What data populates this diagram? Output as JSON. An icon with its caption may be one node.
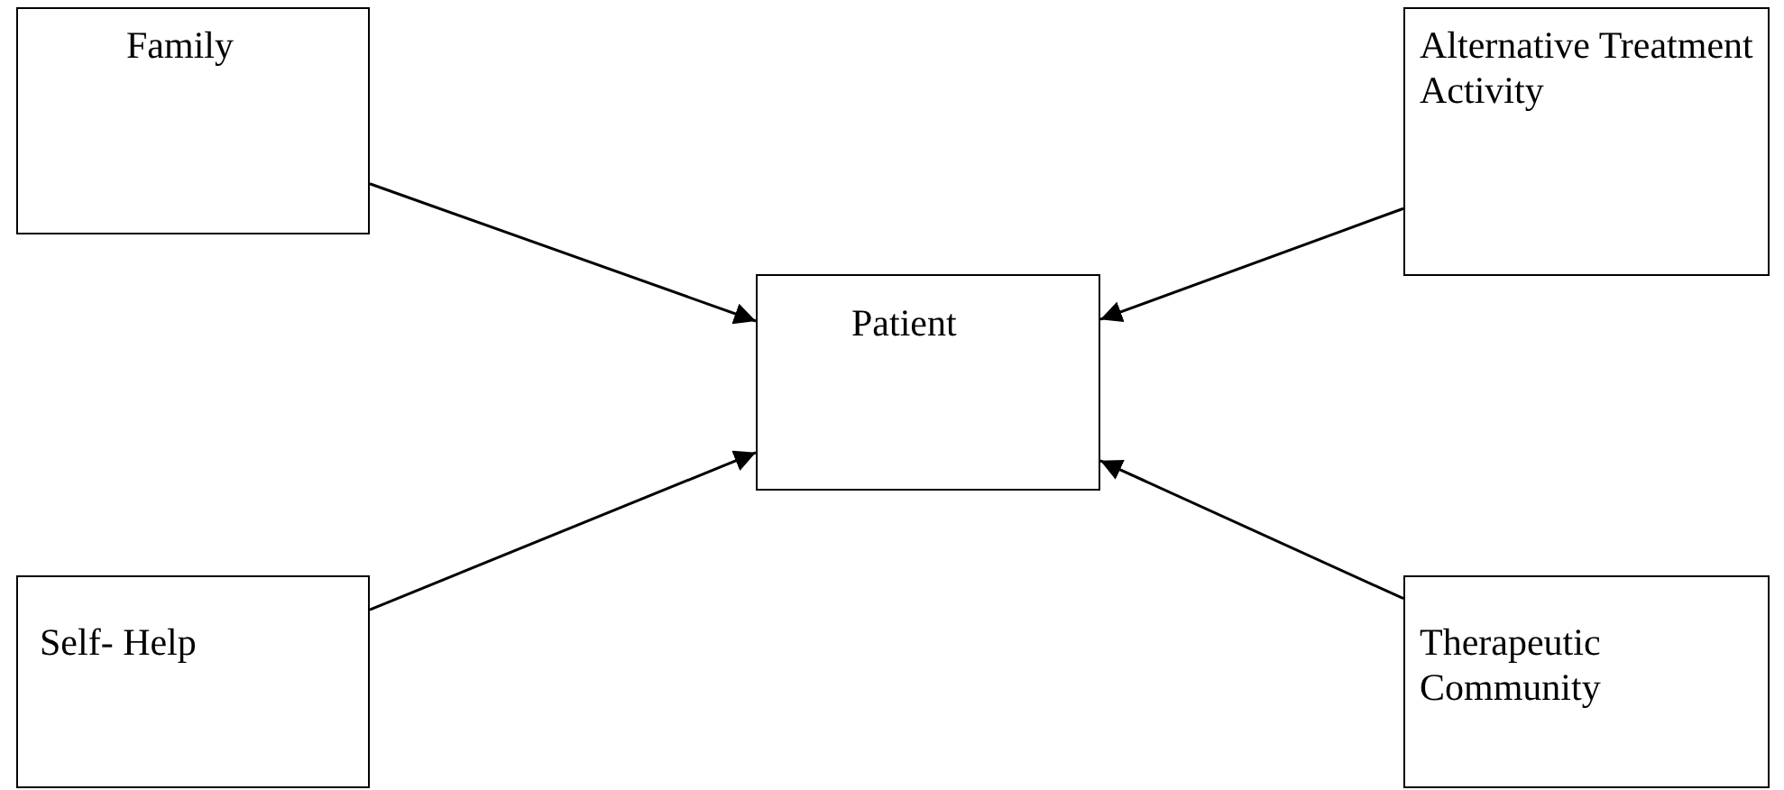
{
  "diagram": {
    "nodes": [
      {
        "text": [
          "Family"
        ]
      },
      {
        "text": [
          "Alternative Treatment Activity"
        ]
      },
      {
        "text": [
          "Patient"
        ]
      },
      {
        "text": [
          "Self- Help"
        ]
      },
      {
        "text": [
          "Therapeutic Community"
        ]
      }
    ],
    "edges": [
      {
        "from": 0,
        "to": 2,
        "arrow": "to"
      },
      {
        "from": 1,
        "to": 2,
        "arrow": "to"
      },
      {
        "from": 3,
        "to": 2,
        "arrow": "to"
      },
      {
        "from": 4,
        "to": 2,
        "arrow": "to"
      }
    ]
  }
}
